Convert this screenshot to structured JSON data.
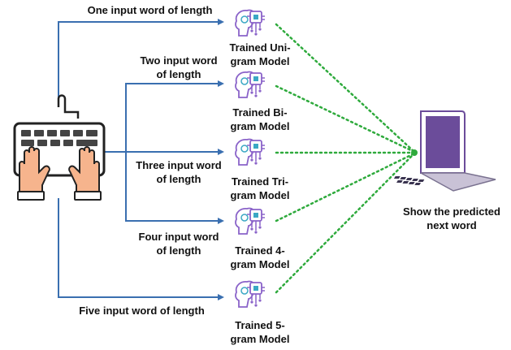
{
  "input_labels": [
    "One input word of length",
    "Two input word\nof length",
    "Three input word\nof length",
    "Four input word\nof length",
    "Five input word of length"
  ],
  "models": [
    "Trained Uni-\ngram Model",
    "Trained Bi-\ngram Model",
    "Trained Tri-\ngram Model",
    "Trained 4-\ngram Model",
    "Trained 5-\ngram Model"
  ],
  "output_label": "Show the predicted\nnext word",
  "icons": {
    "input": "keyboard-hands-icon",
    "model": "ai-brain-head-icon",
    "output": "laptop-icon"
  },
  "colors": {
    "connector": "#3a6fb0",
    "dotted": "#2eaa3c",
    "model_icon": "#8a63c9",
    "model_accent": "#3aa8c4",
    "skin": "#f6b48d",
    "laptop": "#6b4c9a"
  }
}
